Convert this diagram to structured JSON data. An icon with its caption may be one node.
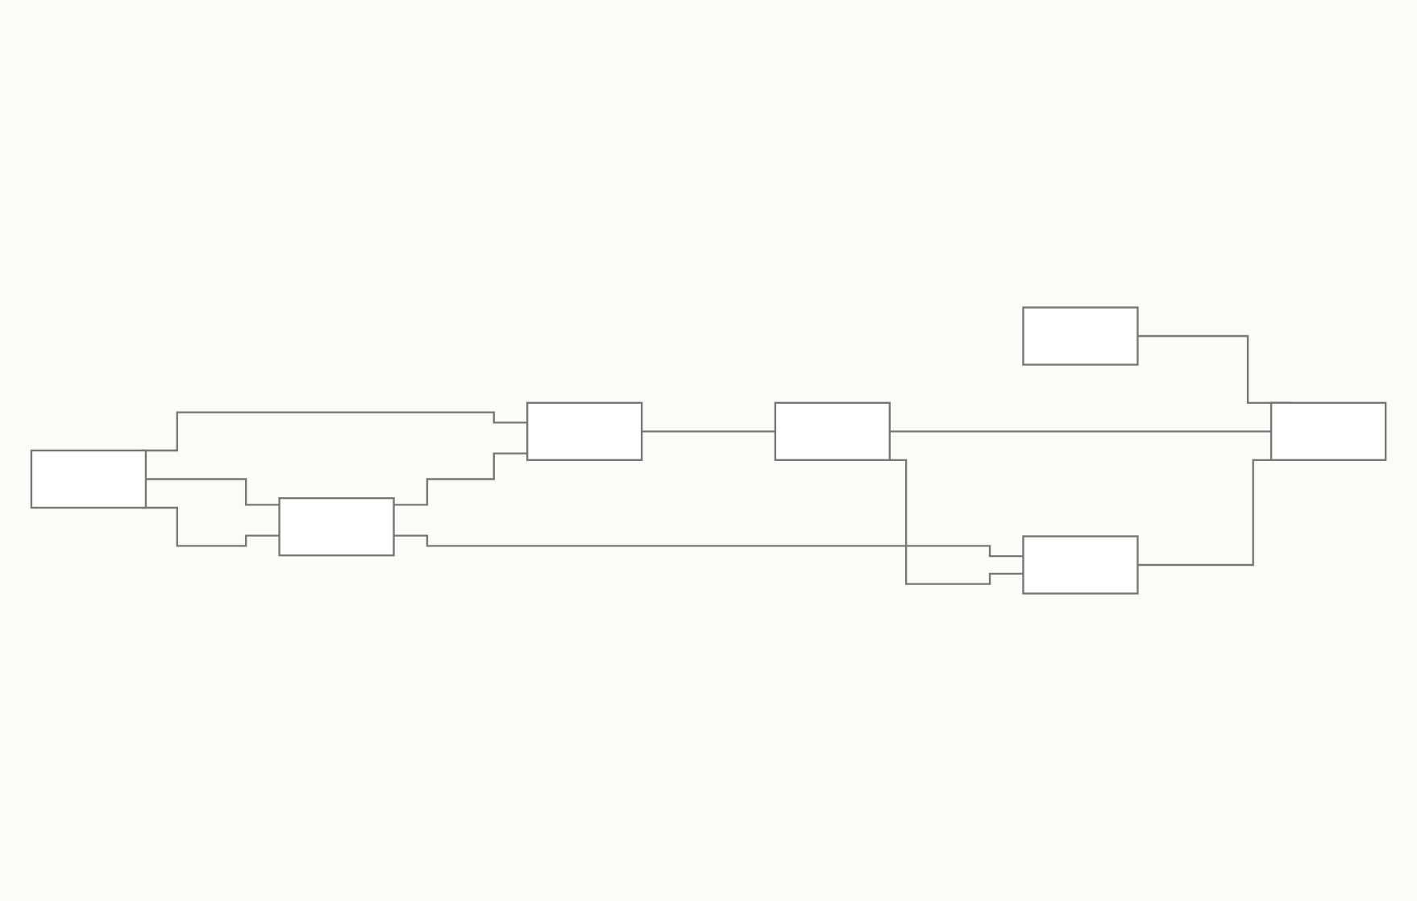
{
  "diagram": {
    "nodes": [
      {
        "text": [],
        "shape": "box"
      },
      {
        "text": [],
        "shape": "box"
      },
      {
        "text": [],
        "shape": "box"
      },
      {
        "text": [],
        "shape": "box"
      },
      {
        "text": [],
        "shape": "box"
      },
      {
        "text": [],
        "shape": "box"
      },
      {
        "text": [],
        "shape": "box"
      }
    ],
    "edges": [
      {
        "from": 0,
        "to": 1,
        "arrow": "none"
      },
      {
        "from": 0,
        "to": 3,
        "arrow": "none"
      },
      {
        "from": 0,
        "to": 1,
        "arrow": "none"
      },
      {
        "from": 1,
        "to": 3,
        "arrow": "none"
      },
      {
        "from": 1,
        "to": 4,
        "arrow": "none"
      },
      {
        "from": 2,
        "to": 6,
        "arrow": "none"
      },
      {
        "from": 3,
        "to": 5,
        "arrow": "none"
      },
      {
        "from": 5,
        "to": 4,
        "arrow": "none"
      },
      {
        "from": 5,
        "to": 6,
        "arrow": "none"
      },
      {
        "from": 4,
        "to": 6,
        "arrow": "none"
      }
    ]
  }
}
